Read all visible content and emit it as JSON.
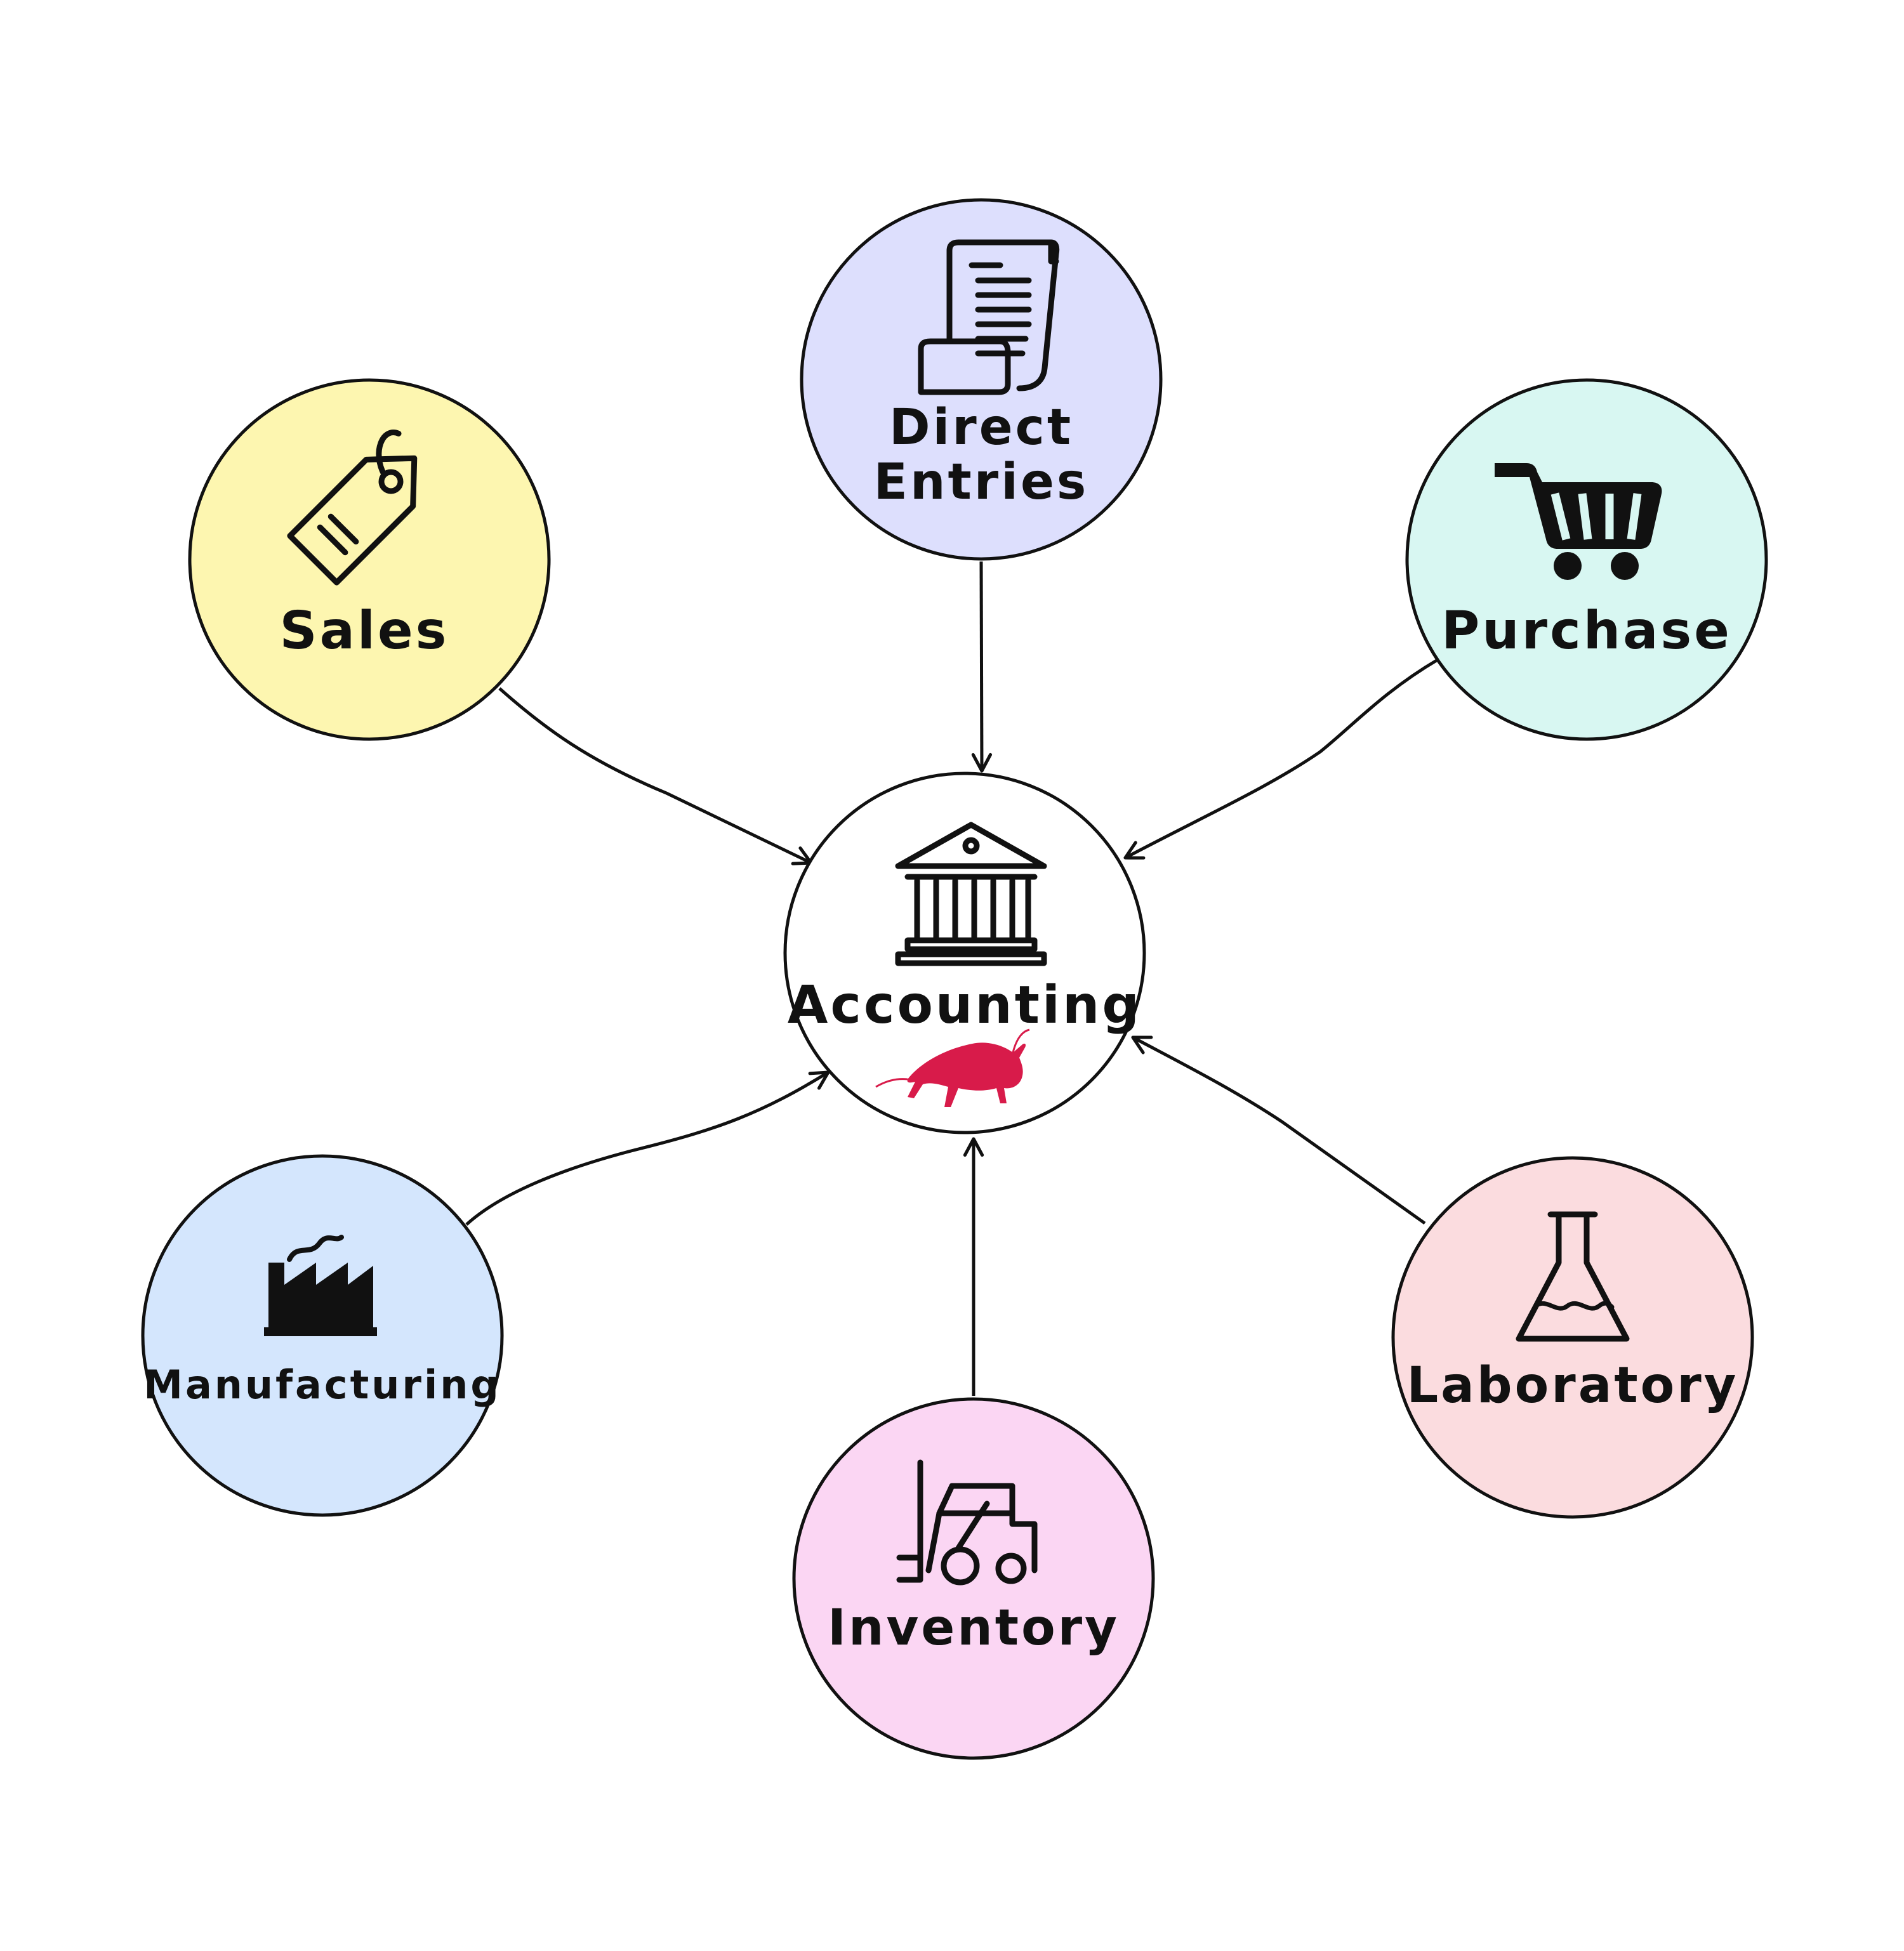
{
  "diagram": {
    "center": {
      "label": "Accounting",
      "fill": "#ffffff",
      "icon": "bank-icon",
      "logo": "bull-logo",
      "logo_color": "#d81b4a"
    },
    "nodes": [
      {
        "id": "direct-entries",
        "lines": [
          "Direct",
          "Entries"
        ],
        "fill": "#dddffd",
        "icon": "receipt-scroll-icon"
      },
      {
        "id": "sales",
        "lines": [
          "Sales"
        ],
        "fill": "#fdf6b0",
        "icon": "price-tag-icon"
      },
      {
        "id": "purchase",
        "lines": [
          "Purchase"
        ],
        "fill": "#d8f7f2",
        "icon": "shopping-cart-icon"
      },
      {
        "id": "manufacturing",
        "lines": [
          "Manufacturing"
        ],
        "fill": "#d4e6fd",
        "icon": "factory-icon"
      },
      {
        "id": "inventory",
        "lines": [
          "Inventory"
        ],
        "fill": "#fbd6f3",
        "icon": "forklift-icon"
      },
      {
        "id": "laboratory",
        "lines": [
          "Laboratory"
        ],
        "fill": "#fbdcdf",
        "icon": "flask-icon"
      }
    ],
    "edges": [
      {
        "from": "direct-entries",
        "to": "accounting"
      },
      {
        "from": "sales",
        "to": "accounting"
      },
      {
        "from": "purchase",
        "to": "accounting"
      },
      {
        "from": "manufacturing",
        "to": "accounting"
      },
      {
        "from": "inventory",
        "to": "accounting"
      },
      {
        "from": "laboratory",
        "to": "accounting"
      }
    ]
  }
}
